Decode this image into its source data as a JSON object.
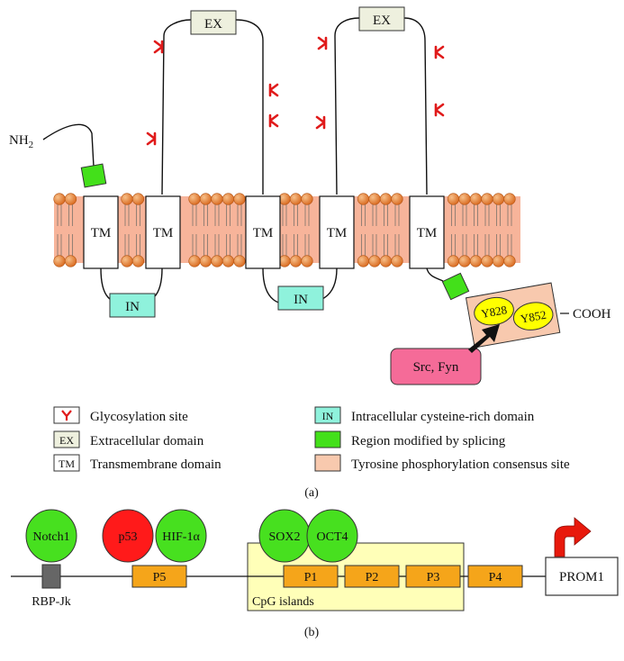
{
  "colors": {
    "membrane_band": "#f7b49a",
    "lipid_head": "#e07a2a",
    "lipid_head_highlight": "#f7c08a",
    "tm_box": "#ffffff",
    "ex_box": "#eef0de",
    "in_box": "#8ff2dc",
    "splice_region": "#43e01a",
    "phospho_site": "#f8c9ae",
    "tyrosine_oval": "#ffff00",
    "kinase_box": "#f56b98",
    "glyco_mark": "#e01a1a",
    "p53": "#ff1a1a",
    "green_factor": "#47e01f",
    "promoter_box": "#f5a51a",
    "cpg_island": "#ffffb8",
    "rbp_box": "#666666",
    "arrow_red": "#e8190c"
  },
  "panel_a": {
    "n_terminus": "NH2",
    "c_terminus": "COOH",
    "tm_label": "TM",
    "ex_label": "EX",
    "in_label": "IN",
    "tyrosines": [
      "Y828",
      "Y852"
    ],
    "kinase": "Src, Fyn",
    "caption": "(a)",
    "legend": [
      {
        "key": "glyco",
        "text": "Glycosylation site"
      },
      {
        "key": "ex",
        "swatch_text": "EX",
        "text": "Extracellular domain"
      },
      {
        "key": "tm",
        "swatch_text": "TM",
        "text": "Transmembrane domain"
      },
      {
        "key": "in",
        "swatch_text": "IN",
        "text": "Intracellular cysteine-rich domain"
      },
      {
        "key": "splice",
        "text": "Region modified by splicing"
      },
      {
        "key": "phospho",
        "text": "Tyrosine phosphorylation consensus site"
      }
    ]
  },
  "panel_b": {
    "factors": [
      "Notch1",
      "p53",
      "HIF-1α",
      "SOX2",
      "OCT4"
    ],
    "rbp": "RBP-Jk",
    "promoters": [
      "P5",
      "P1",
      "P2",
      "P3",
      "P4"
    ],
    "cpg": "CpG islands",
    "gene": "PROM1",
    "caption": "(b)"
  }
}
